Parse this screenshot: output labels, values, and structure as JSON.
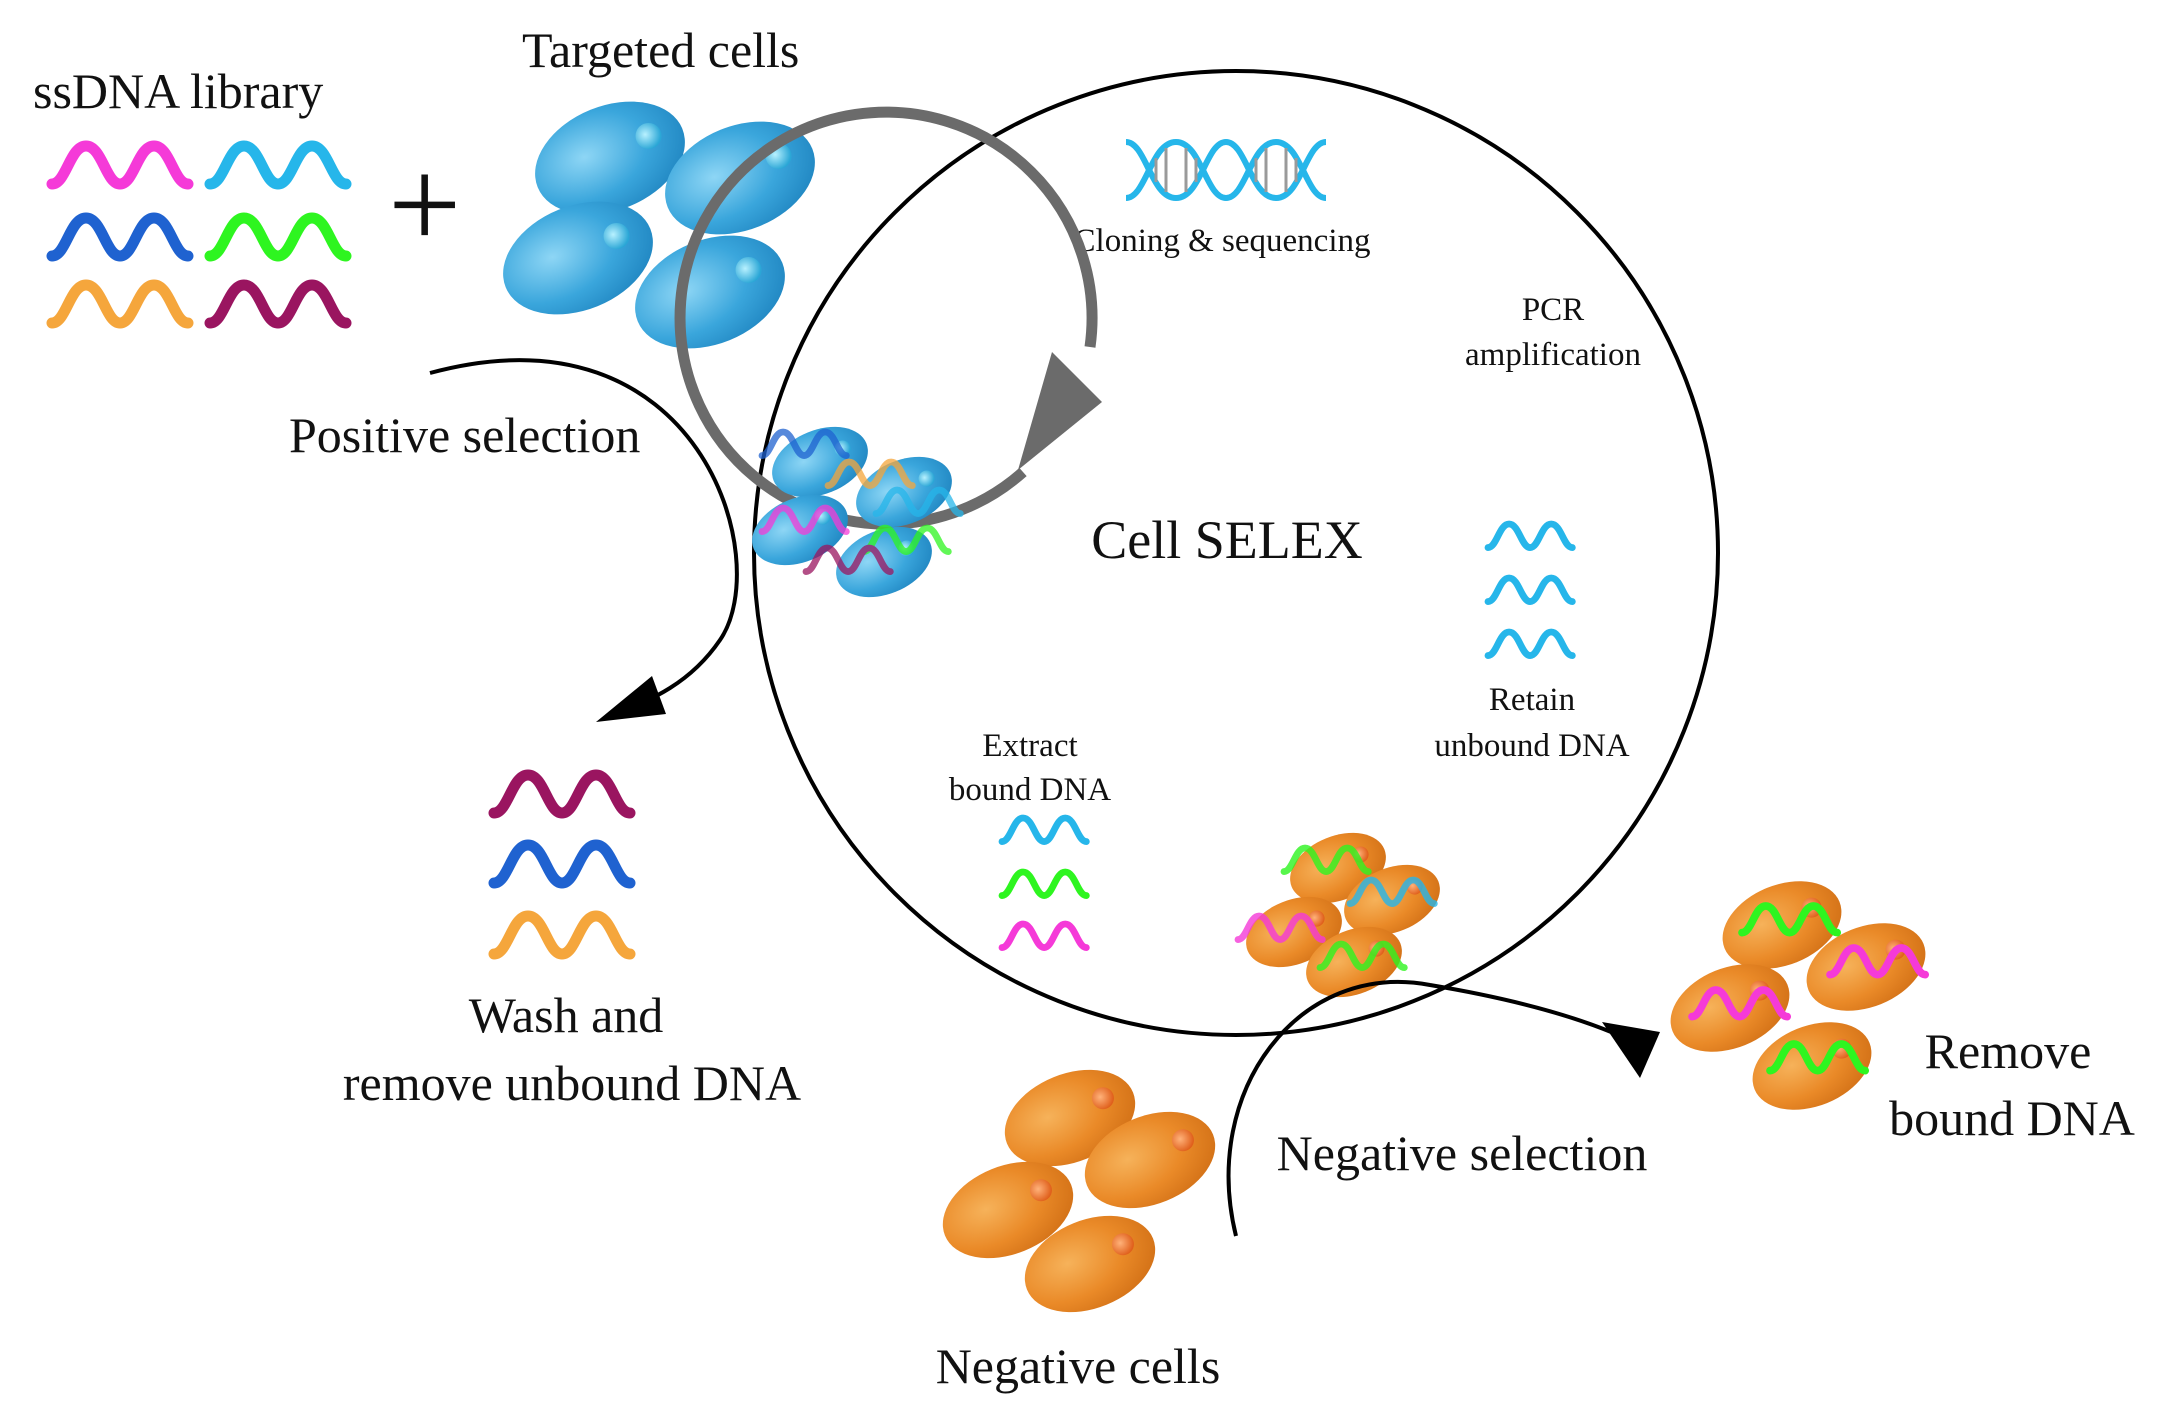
{
  "labels": {
    "ssdna_library": "ssDNA library",
    "targeted_cells": "Targeted cells",
    "plus": "+",
    "positive_selection": "Positive selection",
    "wash_line1": "Wash and",
    "wash_line2": "remove unbound DNA",
    "cell_selex": "Cell SELEX",
    "cloning": "Cloning & sequencing",
    "pcr_line1": "PCR",
    "pcr_line2": "amplification",
    "retain_line1": "Retain",
    "retain_line2": "unbound DNA",
    "extract_line1": "Extract",
    "extract_line2": "bound DNA",
    "negative_selection": "Negative selection",
    "negative_cells": "Negative cells",
    "remove_line1": "Remove",
    "remove_line2": "bound DNA"
  },
  "colors": {
    "magenta": "#f53ad8",
    "cyan": "#26b6ea",
    "blue": "#1f62d0",
    "green": "#2ef520",
    "orange": "#f5a63c",
    "maroon": "#9a1560",
    "target_cell": "#3aa6dc",
    "negative_cell": "#ea8a28",
    "cycle_arrow": "#6b6b6b"
  },
  "icons": [
    "dna-double-helix-icon",
    "target-cell-icon",
    "negative-cell-icon",
    "ssdna-strand-icon",
    "cycle-arrow-icon"
  ]
}
